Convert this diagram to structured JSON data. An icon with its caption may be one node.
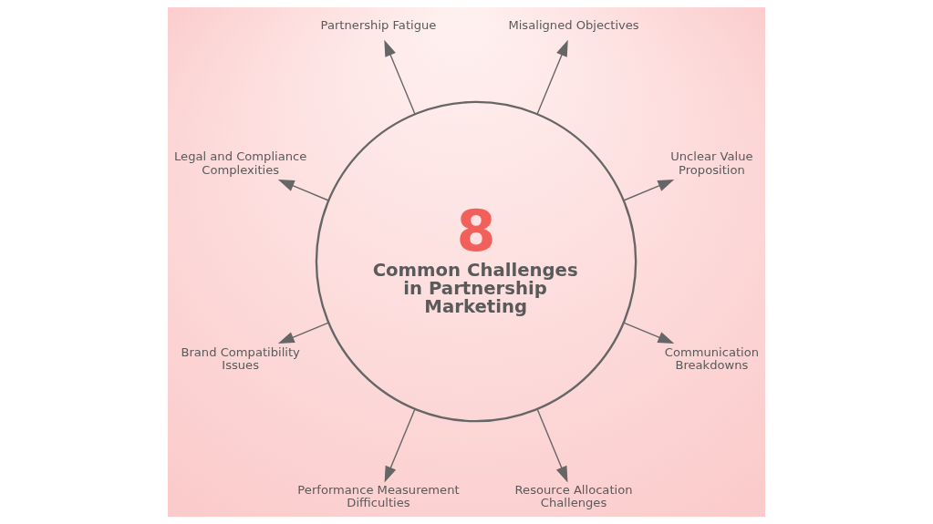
{
  "diagram": {
    "nodes": [
      {
        "text": [
          "8",
          "Common Challenges in Partnership Marketing"
        ]
      },
      {
        "text": [
          "Misaligned Objectives"
        ]
      },
      {
        "text": [
          "Unclear Value Proposition"
        ]
      },
      {
        "text": [
          "Communication Breakdowns"
        ]
      },
      {
        "text": [
          "Resource Allocation Challenges"
        ]
      },
      {
        "text": [
          "Performance Measurement Difficulties"
        ]
      },
      {
        "text": [
          "Brand Compatibility Issues"
        ]
      },
      {
        "text": [
          "Legal and Compliance Complexities"
        ]
      },
      {
        "text": [
          "Partnership Fatigue"
        ]
      }
    ],
    "edges": [
      {
        "from": 0,
        "to": 1,
        "arrow": "to"
      },
      {
        "from": 0,
        "to": 2,
        "arrow": "to"
      },
      {
        "from": 0,
        "to": 3,
        "arrow": "to"
      },
      {
        "from": 0,
        "to": 4,
        "arrow": "to"
      },
      {
        "from": 0,
        "to": 5,
        "arrow": "to"
      },
      {
        "from": 0,
        "to": 6,
        "arrow": "to"
      },
      {
        "from": 0,
        "to": 7,
        "arrow": "to"
      },
      {
        "from": 0,
        "to": 8,
        "arrow": "to"
      }
    ]
  }
}
